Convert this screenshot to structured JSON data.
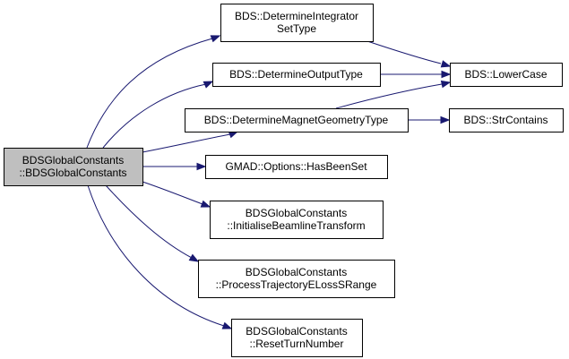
{
  "diagram": {
    "type": "call-graph",
    "edge_color": "#191970",
    "root_fill": "#bfbfbf",
    "node_fill": "#ffffff",
    "nodes": [
      {
        "id": "root",
        "lines": [
          "BDSGlobalConstants",
          "::BDSGlobalConstants"
        ]
      },
      {
        "id": "determine-integrator-settype",
        "lines": [
          "BDS::DetermineIntegrator",
          "SetType"
        ]
      },
      {
        "id": "determine-output-type",
        "lines": [
          "BDS::DetermineOutputType"
        ]
      },
      {
        "id": "determine-magnet-geometry-type",
        "lines": [
          "BDS::DetermineMagnetGeometryType"
        ]
      },
      {
        "id": "options-has-been-set",
        "lines": [
          "GMAD::Options::HasBeenSet"
        ]
      },
      {
        "id": "initialise-beamline-transform",
        "lines": [
          "BDSGlobalConstants",
          "::InitialiseBeamlineTransform"
        ]
      },
      {
        "id": "process-trajectory-eloss-srange",
        "lines": [
          "BDSGlobalConstants",
          "::ProcessTrajectoryELossSRange"
        ]
      },
      {
        "id": "reset-turn-number",
        "lines": [
          "BDSGlobalConstants",
          "::ResetTurnNumber"
        ]
      },
      {
        "id": "lower-case",
        "lines": [
          "BDS::LowerCase"
        ]
      },
      {
        "id": "str-contains",
        "lines": [
          "BDS::StrContains"
        ]
      }
    ],
    "edges": [
      {
        "from": "root",
        "to": "determine-integrator-settype"
      },
      {
        "from": "root",
        "to": "determine-output-type"
      },
      {
        "from": "root",
        "to": "determine-magnet-geometry-type"
      },
      {
        "from": "root",
        "to": "options-has-been-set"
      },
      {
        "from": "root",
        "to": "initialise-beamline-transform"
      },
      {
        "from": "root",
        "to": "process-trajectory-eloss-srange"
      },
      {
        "from": "root",
        "to": "reset-turn-number"
      },
      {
        "from": "determine-integrator-settype",
        "to": "lower-case"
      },
      {
        "from": "determine-output-type",
        "to": "lower-case"
      },
      {
        "from": "determine-magnet-geometry-type",
        "to": "lower-case"
      },
      {
        "from": "determine-magnet-geometry-type",
        "to": "str-contains"
      }
    ]
  }
}
